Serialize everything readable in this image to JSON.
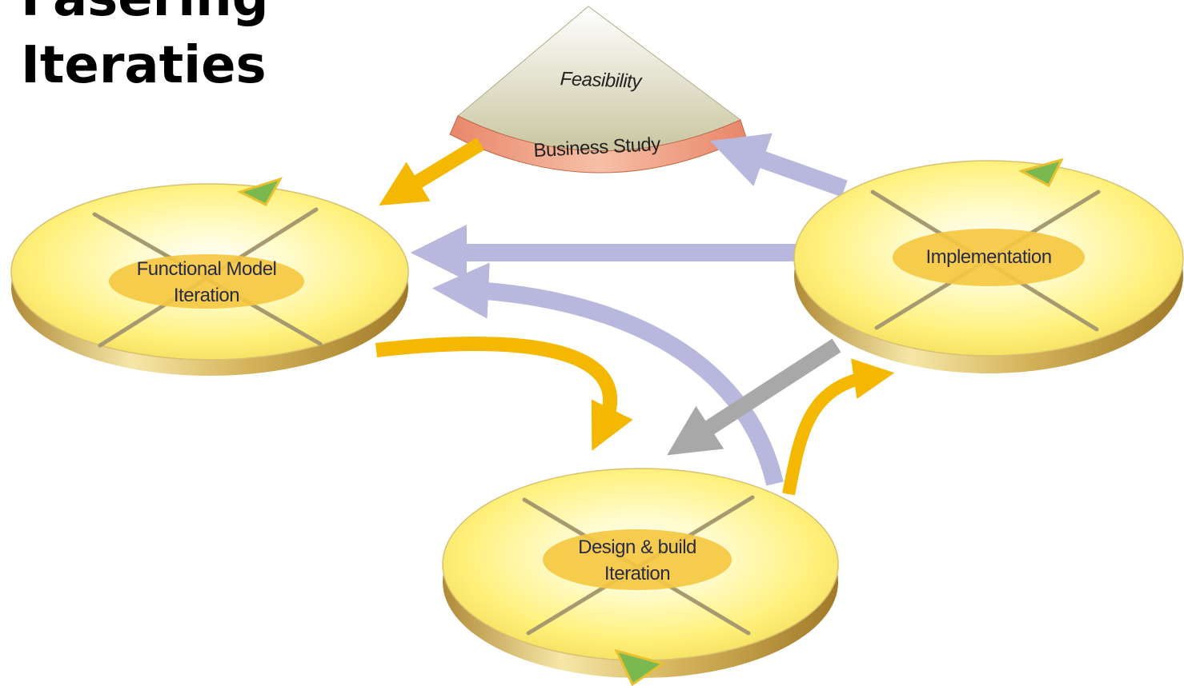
{
  "title": {
    "line1": "Fasering",
    "line2": "Iteraties"
  },
  "diagram": {
    "feasibility": "Feasibility",
    "business_study": "Business Study",
    "functional_model": {
      "line1": "Functional Model",
      "line2": "Iteration"
    },
    "implementation": "Implementation",
    "design_build": {
      "line1": "Design & build",
      "line2": "Iteration"
    }
  },
  "colors": {
    "disc_fill": "#fff27a",
    "disc_edge": "#c9a24a",
    "label_pill": "#f5c842",
    "flow_arrow": "#f5b800",
    "return_arrow": "#b8b8de",
    "gray_arrow": "#a8a8a8",
    "business_band": "#e8947a",
    "marker_green": "#7ab850"
  }
}
